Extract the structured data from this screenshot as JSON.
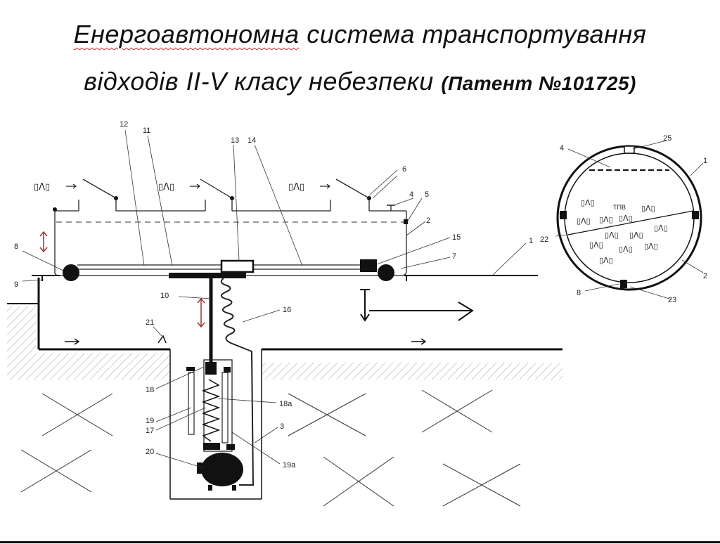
{
  "title": {
    "line1_word1": "Енергоавтономна",
    "line1_rest": " система транспортування",
    "line2_main": "відходів II-V класу небезпеки ",
    "line2_patent": "(Патент №101725)"
  },
  "labels": {
    "l1": "1",
    "l2": "2",
    "l3": "3",
    "l4": "4",
    "l5": "5",
    "l6": "6",
    "l7": "7",
    "l8": "8",
    "l9": "9",
    "l10": "10",
    "l11": "11",
    "l12": "12",
    "l13": "13",
    "l14": "14",
    "l15": "15",
    "l16": "16",
    "l17": "17",
    "l18": "18",
    "l18a": "18а",
    "l19": "19",
    "l19a": "19а",
    "l20": "20",
    "l21": "21"
  },
  "section_labels": {
    "s1": "1",
    "s2": "2",
    "s4": "4",
    "s8": "8",
    "s22": "22",
    "s23": "23",
    "s25": "25",
    "tpv": "ТПВ"
  },
  "waste_symbol": "▯Λ▯"
}
